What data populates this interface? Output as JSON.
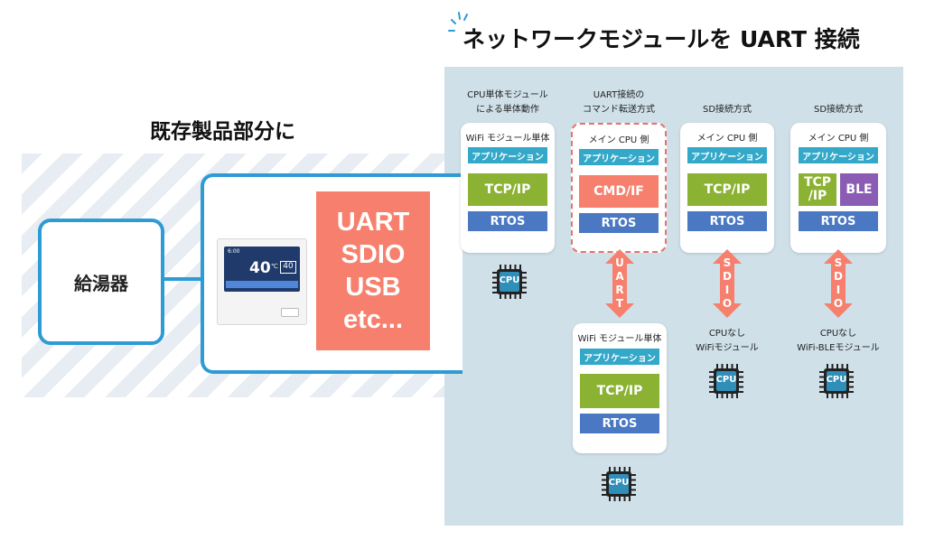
{
  "title": "ネットワークモジュールを UART 接続",
  "left_heading": "既存製品部分に",
  "heater_label": "給湯器",
  "remote": {
    "time": "6:00",
    "temp_main": "40",
    "temp_unit": "℃",
    "temp_sub": "40"
  },
  "interfaces": [
    "UART",
    "SDIO",
    "USB",
    "etc..."
  ],
  "cpu_label": "CPU",
  "layer_labels": {
    "app": "アプリケーション",
    "tcp": "TCP/IP",
    "rtos": "RTOS",
    "cmd": "CMD/IF",
    "tcp_split": "TCP\n/IP",
    "ble": "BLE"
  },
  "columns": [
    {
      "caption": "CPU単体モジュール\nによる単体動作",
      "card_title": "WiFi モジュール単体"
    },
    {
      "caption": "UART接続の\nコマンド転送方式",
      "card_title": "メイン CPU 側"
    },
    {
      "caption": "SD接続方式",
      "card_title": "メイン CPU 側"
    },
    {
      "caption": "SD接続方式",
      "card_title": "メイン CPU 側"
    }
  ],
  "arrows": [
    {
      "label": "UART"
    },
    {
      "label": "SDIO"
    },
    {
      "label": "SDIO"
    }
  ],
  "lower_card_title": "WiFi モジュール単体",
  "lower_captions": [
    "CPUなし\nWiFiモジュール",
    "CPUなし\nWiFi-BLEモジュール"
  ],
  "colors": {
    "accent_blue": "#2e9bd4",
    "panel": "#cfe0e9",
    "salmon": "#f6806d",
    "app": "#34a8c9",
    "tcp": "#8bb233",
    "rtos": "#4a78c2",
    "ble": "#8a5cb3",
    "cpu_chip": "#2f8fb8"
  }
}
